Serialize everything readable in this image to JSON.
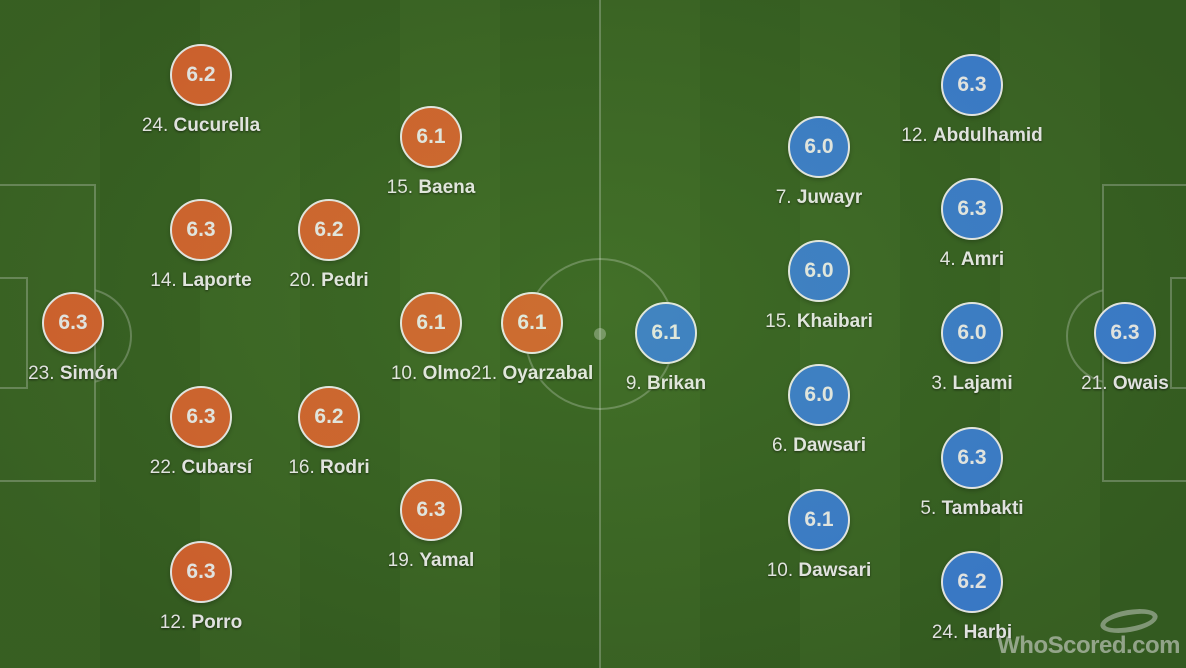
{
  "colors": {
    "home": "#e76a32",
    "away": "#3f86e0",
    "pitch": "#3f6c27"
  },
  "home": {
    "players": [
      {
        "number": "23.",
        "name": "Simón",
        "rating": "6.3"
      },
      {
        "number": "24.",
        "name": "Cucurella",
        "rating": "6.2"
      },
      {
        "number": "14.",
        "name": "Laporte",
        "rating": "6.3"
      },
      {
        "number": "22.",
        "name": "Cubarsí",
        "rating": "6.3"
      },
      {
        "number": "12.",
        "name": "Porro",
        "rating": "6.3"
      },
      {
        "number": "20.",
        "name": "Pedri",
        "rating": "6.2"
      },
      {
        "number": "16.",
        "name": "Rodri",
        "rating": "6.2"
      },
      {
        "number": "15.",
        "name": "Baena",
        "rating": "6.1"
      },
      {
        "number": "10.",
        "name": "Olmo",
        "rating": "6.1"
      },
      {
        "number": "19.",
        "name": "Yamal",
        "rating": "6.3"
      },
      {
        "number": "21.",
        "name": "Oyarzabal",
        "rating": "6.1"
      }
    ]
  },
  "away": {
    "players": [
      {
        "number": "21.",
        "name": "Owais",
        "rating": "6.3"
      },
      {
        "number": "12.",
        "name": "Abdulhamid",
        "rating": "6.3"
      },
      {
        "number": "4.",
        "name": "Amri",
        "rating": "6.3"
      },
      {
        "number": "3.",
        "name": "Lajami",
        "rating": "6.0"
      },
      {
        "number": "5.",
        "name": "Tambakti",
        "rating": "6.3"
      },
      {
        "number": "24.",
        "name": "Harbi",
        "rating": "6.2"
      },
      {
        "number": "7.",
        "name": "Juwayr",
        "rating": "6.0"
      },
      {
        "number": "15.",
        "name": "Khaibari",
        "rating": "6.0"
      },
      {
        "number": "6.",
        "name": "Dawsari",
        "rating": "6.0"
      },
      {
        "number": "10.",
        "name": "Dawsari",
        "rating": "6.1"
      },
      {
        "number": "9.",
        "name": "Brikan",
        "rating": "6.1"
      }
    ]
  },
  "watermark": "WhoScored.com"
}
